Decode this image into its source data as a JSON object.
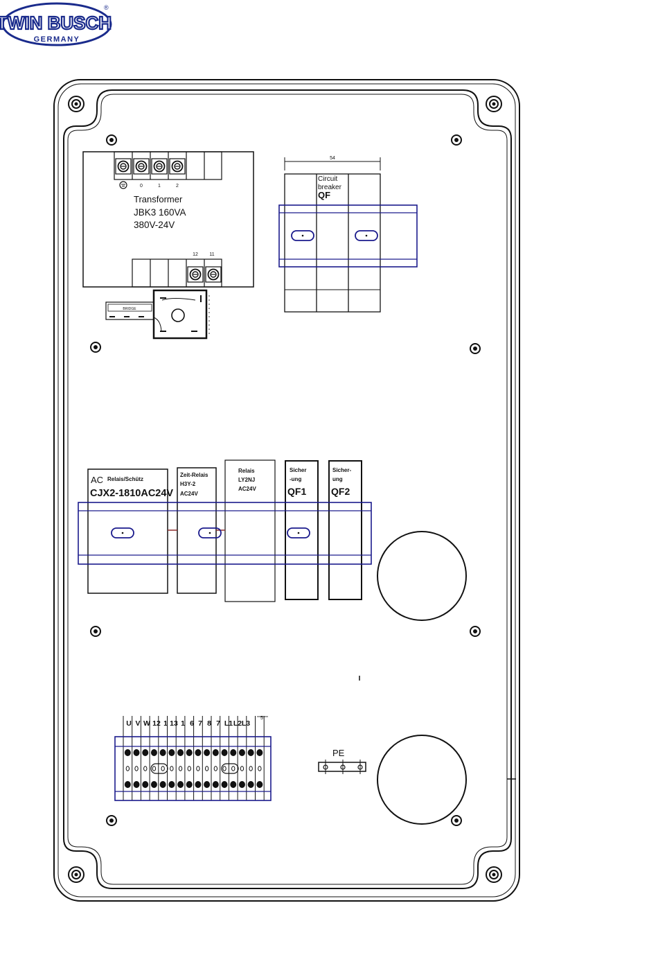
{
  "logo": {
    "brand": "TWIN BUSCH",
    "registered": "®",
    "country": "GERMANY"
  },
  "transformer": {
    "title": "Transformer",
    "model": "JBK3 160VA",
    "voltage": "380V-24V",
    "top_terminals": [
      "0",
      "1",
      "2"
    ],
    "bottom_terminals": [
      "12",
      "11"
    ]
  },
  "small_module": {
    "label": "BRIDGE"
  },
  "breaker_top": {
    "dimension": "54",
    "line1": "Circuit",
    "line2": "breaker",
    "code": "QF"
  },
  "contactor": {
    "prefix": "AC",
    "label": "Relais/Schütz",
    "model": "CJX2-1810AC24V"
  },
  "timer_relay": {
    "line1": "Zeit-Relais",
    "line2": "H3Y-2",
    "line3": "AC24V"
  },
  "relay": {
    "line1": "Relais",
    "line2": "LY2NJ",
    "line3": "AC24V"
  },
  "fuse1": {
    "line1": "Sicher",
    "line2": "-ung",
    "code": "QF1"
  },
  "fuse2": {
    "line1": "Sicher-",
    "line2": "ung",
    "code": "QF2"
  },
  "terminal_block": {
    "labels": [
      "U",
      "V",
      "W",
      "12",
      "1",
      "13",
      "1",
      "6",
      "7",
      "8",
      "7",
      "L1",
      "L2",
      "L3"
    ],
    "dimension": "5"
  },
  "pe": {
    "label": "PE"
  },
  "colors": {
    "rail": "#1a1a8c",
    "line": "#111111",
    "logo": "#1a2b8c"
  }
}
